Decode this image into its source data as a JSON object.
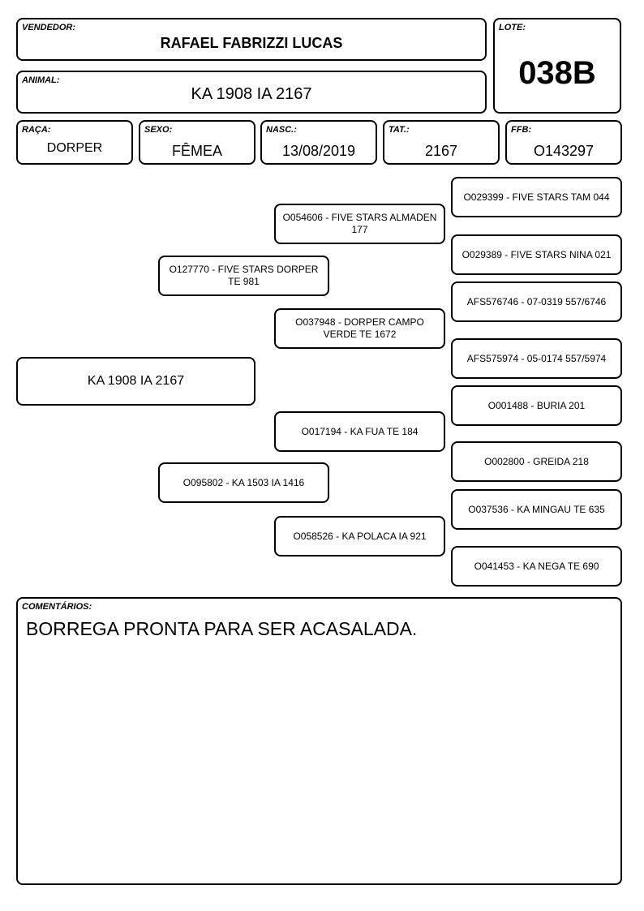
{
  "vendedor": {
    "label": "VENDEDOR:",
    "value": "RAFAEL FABRIZZI LUCAS"
  },
  "lote": {
    "label": "LOTE:",
    "value": "038B"
  },
  "animal": {
    "label": "ANIMAL:",
    "value": "KA 1908 IA 2167"
  },
  "raca": {
    "label": "RAÇA:",
    "value": "DORPER"
  },
  "sexo": {
    "label": "SEXO:",
    "value": "FÊMEA"
  },
  "nasc": {
    "label": "NASC.:",
    "value": "13/08/2019"
  },
  "tat": {
    "label": "TAT.:",
    "value": "2167"
  },
  "ffb": {
    "label": "FFB:",
    "value": "O143297"
  },
  "pedigree": {
    "animal": "KA 1908 IA 2167",
    "sire": "O127770 - FIVE STARS DORPER TE 981",
    "dam": "O095802 - KA 1503 IA 1416",
    "sire_sire": "O054606 - FIVE STARS ALMADEN 177",
    "sire_dam": "O037948 - DORPER CAMPO VERDE TE 1672",
    "dam_sire": "O017194 - KA FUA TE 184",
    "dam_dam": "O058526 - KA POLACA IA 921",
    "ggp": [
      "O029399 - FIVE STARS TAM 044",
      "O029389 - FIVE STARS NINA 021",
      "AFS576746 - 07-0319 557/6746",
      "AFS575974 - 05-0174 557/5974",
      "O001488 - BURIA 201",
      "O002800 - GREIDA 218",
      "O037536 - KA MINGAU TE 635",
      "O041453 - KA NEGA TE 690"
    ]
  },
  "comentarios": {
    "label": "COMENTÁRIOS:",
    "value": "BORREGA PRONTA PARA SER ACASALADA."
  }
}
